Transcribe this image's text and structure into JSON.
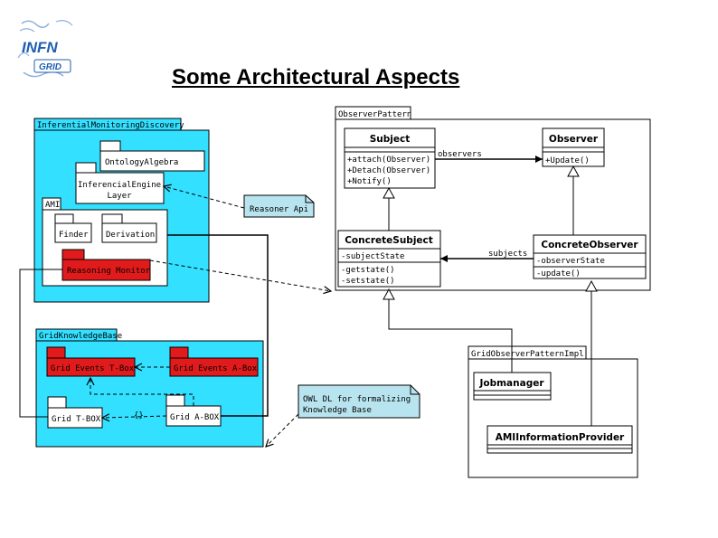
{
  "logo": {
    "line1": "INFN",
    "line2": "GRID"
  },
  "title": "Some Architectural Aspects",
  "packages": {
    "inferential": {
      "name": "InferentialMonitoringDiscovery",
      "ontology": "OntologyAlgebra",
      "engine_line1": "InferencialEngine",
      "engine_line2": "Layer",
      "ami": "AMI",
      "finder": "Finder",
      "derivation": "Derivation",
      "reasoning": "Reasoning Monitor"
    },
    "grid_kb": {
      "name": "GridKnowledgeBase",
      "events_tbox": "Grid Events T-Box",
      "events_abox": "Grid Events A-Box",
      "tbox": "Grid T-BOX",
      "abox": "Grid A-BOX",
      "dep_label": "{}"
    },
    "observer_pattern": {
      "name": "ObserverPattern"
    },
    "grid_observer": {
      "name": "GridObserverPatternImpl",
      "jobmanager": "Jobmanager",
      "ami_provider": "AMIInformationProvider"
    }
  },
  "classes": {
    "subject": {
      "name": "Subject",
      "ops": [
        "+attach(Observer)",
        "+Detach(Observer)",
        "+Notify()"
      ]
    },
    "observer": {
      "name": "Observer",
      "ops": [
        "+Update()"
      ]
    },
    "concrete_subject": {
      "name": "ConcreteSubject",
      "attrs": [
        "-subjectState"
      ],
      "ops": [
        "-getstate()",
        "-setstate()"
      ]
    },
    "concrete_observer": {
      "name": "ConcreteObserver",
      "attrs": [
        "-observerState"
      ],
      "ops": [
        "-update()"
      ]
    }
  },
  "associations": {
    "observers": "observers",
    "subjects": "subjects"
  },
  "notes": {
    "reasoner": "Reasoner Api",
    "owl_line1": "OWL DL for formalizing",
    "owl_line2": "Knowledge Base"
  },
  "colors": {
    "package_fill": "#33e0ff",
    "highlight_red": "#e11b1b",
    "note_fill": "#b8e4ef",
    "logo_blue": "#1f5fb0"
  }
}
